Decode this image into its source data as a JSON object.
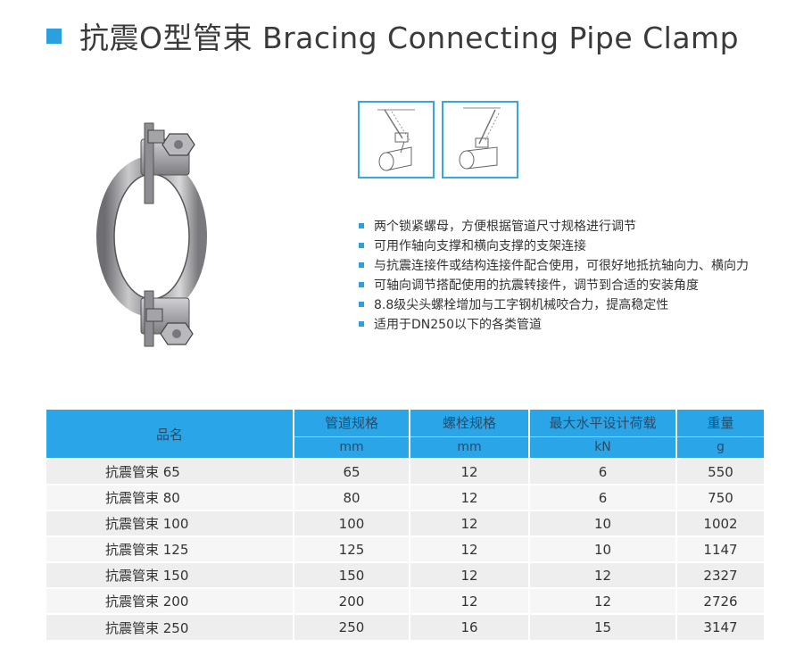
{
  "header": {
    "title": "抗震O型管束 Bracing Connecting Pipe Clamp",
    "square_color": "#2c9fde"
  },
  "images": {
    "product": "pipe-clamp-photo",
    "install_diagrams": [
      "installation-diagram-1",
      "installation-diagram-2"
    ]
  },
  "features": [
    "两个锁紧螺母，方便根据管道尺寸规格进行调节",
    "可用作轴向支撑和横向支撑的支架连接",
    "与抗震连接件或结构连接件配合使用，可很好地抵抗轴向力、横向力",
    "可轴向调节搭配使用的抗震转接件，调节到合适的安装角度",
    "8.8级尖头螺栓增加与工字钢机械咬合力，提高稳定性",
    "适用于DN250以下的各类管道"
  ],
  "table": {
    "header_color": "#2aa6e8",
    "columns": [
      {
        "label": "品名",
        "unit": ""
      },
      {
        "label": "管道规格",
        "unit": "mm"
      },
      {
        "label": "螺栓规格",
        "unit": "mm"
      },
      {
        "label": "最大水平设计荷载",
        "unit": "kN"
      },
      {
        "label": "重量",
        "unit": "g"
      }
    ],
    "rows": [
      [
        "抗震管束  65",
        "65",
        "12",
        "6",
        "550"
      ],
      [
        "抗震管束  80",
        "80",
        "12",
        "6",
        "750"
      ],
      [
        "抗震管束  100",
        "100",
        "12",
        "10",
        "1002"
      ],
      [
        "抗震管束  125",
        "125",
        "12",
        "10",
        "1147"
      ],
      [
        "抗震管束  150",
        "150",
        "12",
        "12",
        "2327"
      ],
      [
        "抗震管束  200",
        "200",
        "12",
        "12",
        "2726"
      ],
      [
        "抗震管束  250",
        "250",
        "16",
        "15",
        "3147"
      ]
    ]
  }
}
